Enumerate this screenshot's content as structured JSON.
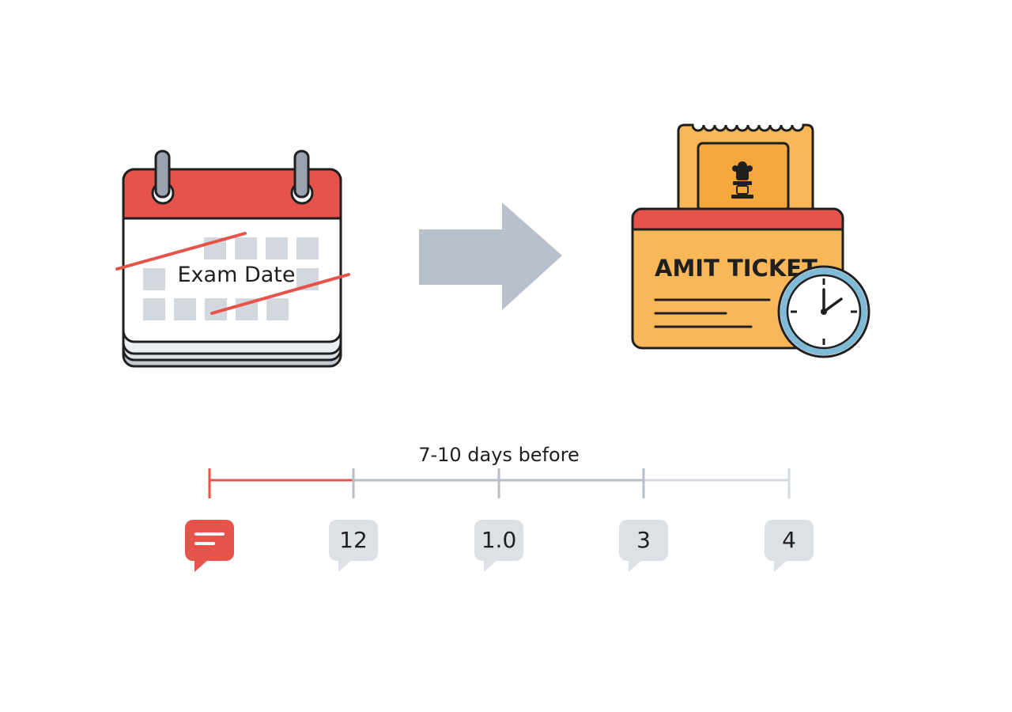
{
  "calendar": {
    "label": "Exam Date"
  },
  "ticket": {
    "title": "AMIT TICKET"
  },
  "timeline": {
    "caption": "7-10 days before",
    "markers": [
      {
        "label": "",
        "highlighted": true
      },
      {
        "label": "12",
        "highlighted": false
      },
      {
        "label": "1.0",
        "highlighted": false
      },
      {
        "label": "3",
        "highlighted": false
      },
      {
        "label": "4",
        "highlighted": false
      }
    ],
    "highlighted_segments": 1
  },
  "colors": {
    "red": "#e5534b",
    "grey": "#b6bec9",
    "light_grey": "#d6dbe1",
    "ticket_orange": "#f8b758",
    "clock_ring": "#7fbad6",
    "outline": "#1f1f1f"
  },
  "icons": {
    "calendar": "calendar-icon",
    "arrow": "arrow-right-icon",
    "ticket": "admit-ticket-icon",
    "emblem": "national-emblem-icon",
    "clock": "clock-icon",
    "chat": "chat-bubble-icon"
  }
}
